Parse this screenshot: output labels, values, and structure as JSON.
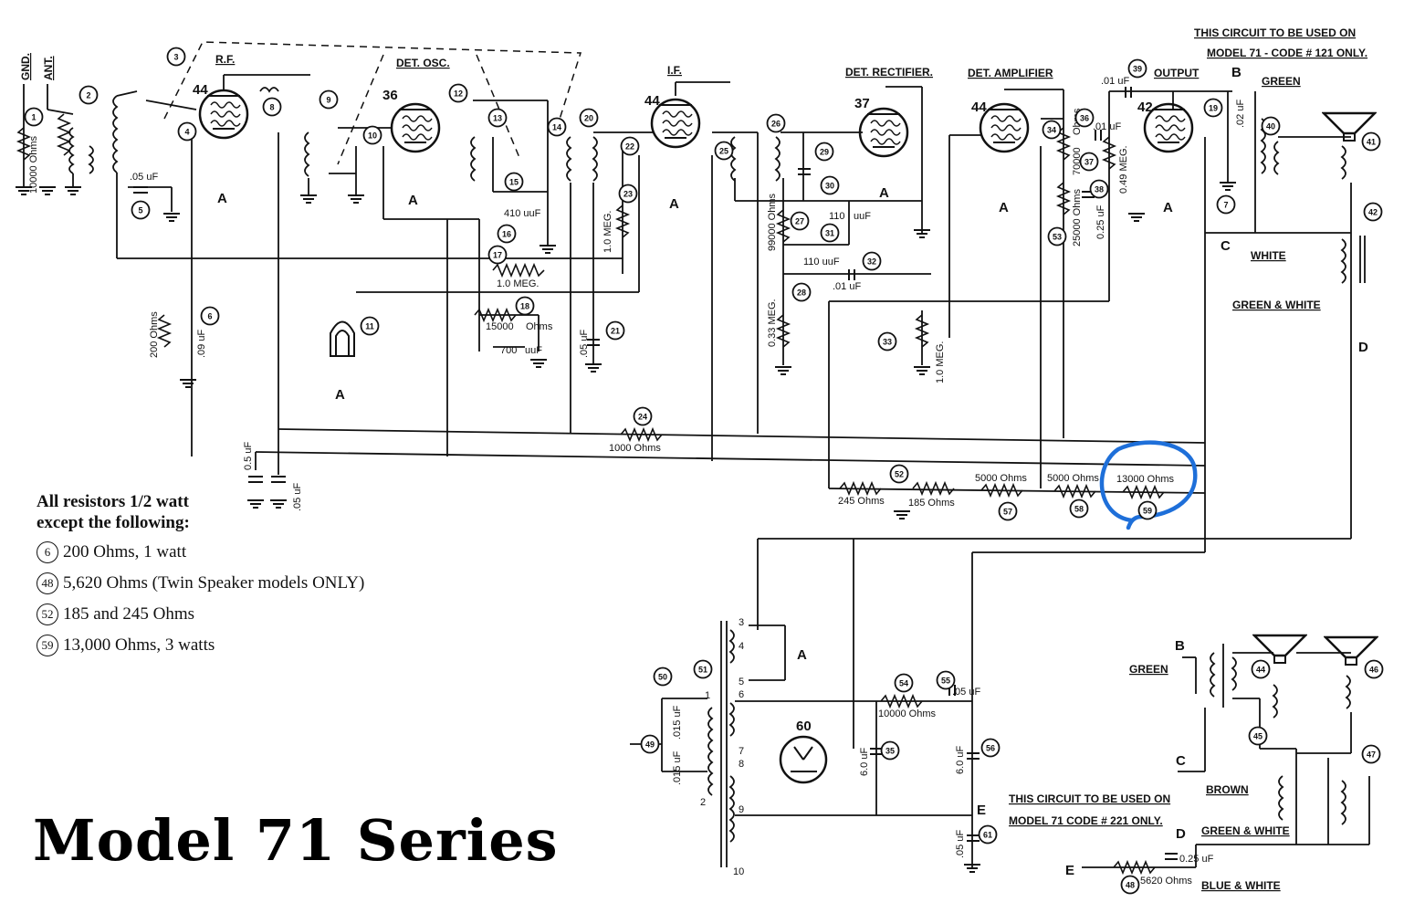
{
  "diagram": {
    "title": "Model 71 Series",
    "circuit_note_top": [
      "THIS CIRCUIT TO BE USED ON",
      "MODEL 71 - CODE # 121 ONLY."
    ],
    "circuit_note_bottom": [
      "THIS CIRCUIT TO BE USED ON",
      "MODEL 71 CODE # 221 ONLY."
    ],
    "antenna_labels": [
      "GND.",
      "ANT."
    ],
    "stage_labels": [
      "R.F.",
      "DET. OSC.",
      "I.F.",
      "DET. RECTIFIER.",
      "DET. AMPLIFIER",
      "OUTPUT"
    ],
    "tubes": [
      "44",
      "36",
      "44",
      "37",
      "44",
      "42"
    ],
    "component_labels": {
      "r1": "10000 Ohms",
      "c5": ".05 uF",
      "r6": "200 Ohms",
      "c6": ".09 uF",
      "c16": "410 uuF",
      "r17": "1.0 MEG.",
      "r18": "15000",
      "r18_unit": "Ohms",
      "c8": "700",
      "c8_unit": "uuF",
      "c21": ".05 uF",
      "r23": "1.0 MEG.",
      "r24": "1000 Ohms",
      "r27": "99000 Ohms",
      "c30": "110",
      "c30_unit": "uuF",
      "c31": "110 uuF",
      "c32": ".01 uF",
      "r28": "0.33 MEG.",
      "r33": "1.0 MEG.",
      "r34": "70000",
      "r34_unit": "Ohms",
      "c38": ".01 uF",
      "c39": ".01 uF",
      "c39b": ".02 uF",
      "r35": "25000 Ohms",
      "c36": "0.25 uF",
      "r37": "0.49 MEG.",
      "c27": "0.5 uF",
      "c25": ".05 uF",
      "r52a": "245 Ohms",
      "r52b": "185 Ohms",
      "r57": "5000 Ohms",
      "r58": "5000 Ohms",
      "r59": "13000 Ohms",
      "c50": ".015 uF",
      "c49": ".015 uF",
      "r54": "10000 Ohms",
      "c55": ".05 uF",
      "c53": "6.0 uF",
      "c56": "6.0 uF",
      "c61": ".05 uF",
      "c48": "0.25 uF",
      "r48": "5620 Ohms"
    },
    "wire_labels": {
      "green": "GREEN",
      "white": "WHITE",
      "green_white": "GREEN & WHITE",
      "brown": "BROWN",
      "blue_white": "BLUE & WHITE"
    },
    "junction_letters": [
      "B",
      "C",
      "D",
      "E"
    ],
    "filament_label": "A",
    "transformer_pins": [
      "1",
      "2",
      "3",
      "4",
      "5",
      "6",
      "7",
      "8",
      "9",
      "10"
    ],
    "rectifier_num": "60",
    "part_numbers": [
      "1",
      "2",
      "3",
      "4",
      "5",
      "6",
      "7",
      "8",
      "9",
      "10",
      "11",
      "12",
      "13",
      "14",
      "15",
      "16",
      "17",
      "18",
      "19",
      "20",
      "21",
      "22",
      "23",
      "24",
      "25",
      "26",
      "27",
      "28",
      "29",
      "30",
      "31",
      "32",
      "33",
      "34",
      "35",
      "36",
      "37",
      "38",
      "39",
      "40",
      "41",
      "42",
      "44",
      "45",
      "46",
      "47",
      "48",
      "49",
      "50",
      "51",
      "52",
      "53",
      "54",
      "55",
      "56",
      "57",
      "58",
      "59",
      "61"
    ]
  },
  "notes": {
    "heading": [
      "All resistors 1/2 watt",
      "except the following:"
    ],
    "items": [
      {
        "num": "6",
        "text": "200 Ohms, 1 watt"
      },
      {
        "num": "48",
        "text": "5,620 Ohms (Twin Speaker models ONLY)"
      },
      {
        "num": "52",
        "text": "185 and 245 Ohms"
      },
      {
        "num": "59",
        "text": "13,000 Ohms, 3 watts"
      }
    ]
  },
  "annotation": {
    "color": "#1e6fd9",
    "target_part": "59"
  }
}
